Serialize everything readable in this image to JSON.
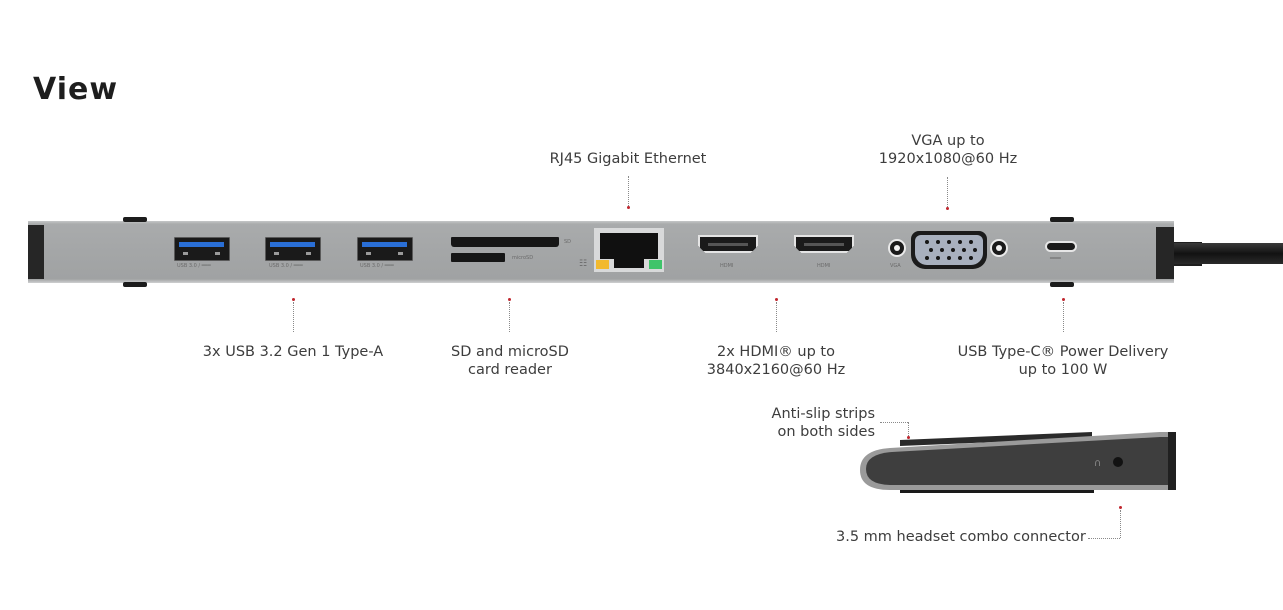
{
  "title": "View",
  "accent_color": "#c0262e",
  "callouts": {
    "rj45": {
      "lines": [
        "RJ45 Gigabit Ethernet"
      ]
    },
    "vga": {
      "lines": [
        "VGA up to",
        "1920x1080@60 Hz"
      ]
    },
    "usb_a": {
      "lines": [
        "3x USB 3.2 Gen 1 Type-A"
      ]
    },
    "card_reader": {
      "lines": [
        "SD and microSD",
        "card reader"
      ]
    },
    "hdmi": {
      "lines": [
        "2x HDMI® up to",
        "3840x2160@60 Hz"
      ]
    },
    "usb_c_pd": {
      "lines": [
        "USB Type-C® Power Delivery",
        "up to 100 W"
      ]
    },
    "anti_slip": {
      "lines": [
        "Anti-slip strips",
        "on both sides"
      ]
    },
    "headset": {
      "lines": [
        "3.5 mm headset combo connector"
      ]
    }
  },
  "port_labels": {
    "usb_a": [
      "USB 3.0 / ═══",
      "USB 3.0 / ═══",
      "USB 3.0 / ═══"
    ],
    "sd": "SD",
    "microsd": "microSD",
    "hdmi": [
      "HDMI",
      "HDMI"
    ],
    "vga": "VGA",
    "lan_icon": "☷"
  },
  "icons": {
    "usb_a": "usb-a-port-icon",
    "sd": "sd-slot-icon",
    "rj45": "ethernet-port-icon",
    "hdmi": "hdmi-port-icon",
    "vga": "vga-port-icon",
    "usb_c": "usb-c-port-icon",
    "headset": "headset-icon"
  }
}
